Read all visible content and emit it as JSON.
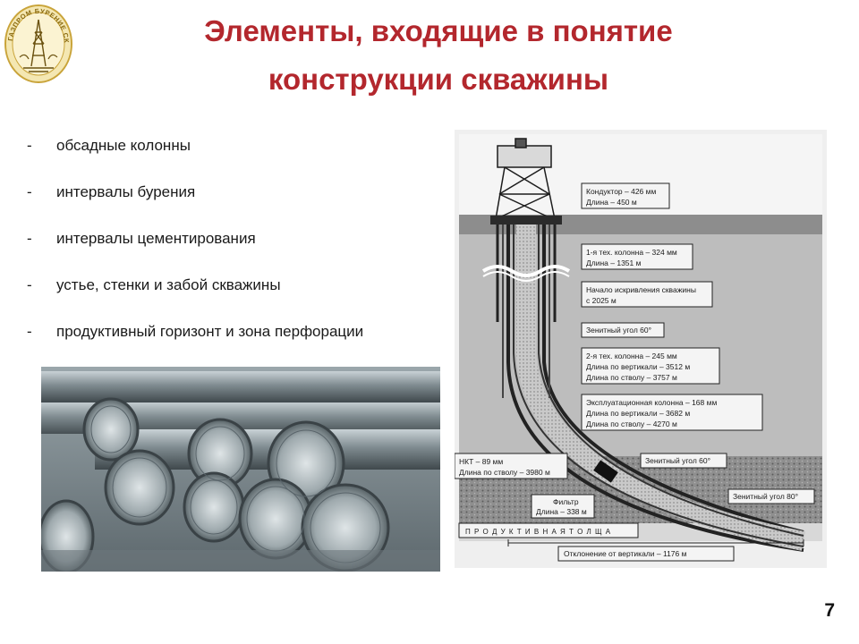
{
  "slide": {
    "title_line1": "Элементы, входящие в понятие",
    "title_line2": "конструкции скважины",
    "page_number": "7",
    "title_color": "#b3272d"
  },
  "logo": {
    "text": "ГАЗПРОМ БУРЕНИЕ СКВАЖИН"
  },
  "bullets": {
    "marker": "-",
    "items": [
      "обсадные колонны",
      "интервалы бурения",
      "интервалы цементирования",
      "устье, стенки и забой скважины",
      "продуктивный горизонт и зона перфорации"
    ]
  },
  "scheme": {
    "labels": {
      "conductor_1": "Кондуктор – 426 мм",
      "conductor_2": "Длина – 450 м",
      "tech1_1": "1-я тех. колонна – 324 мм",
      "tech1_2": "Длина – 1351 м",
      "curve_1": "Начало искривления скважины",
      "curve_2": "с 2025 м",
      "zenith60a": "Зенитный угол 60°",
      "tech2_1": "2-я тех. колонна – 245 мм",
      "tech2_2": "Длина по вертикали – 3512 м",
      "tech2_3": "Длина по стволу – 3757 м",
      "exp_1": "Эксплуатационная колонна – 168 мм",
      "exp_2": "Длина по вертикали – 3682 м",
      "exp_3": "Длина по стволу – 4270 м",
      "nkt_1": "НКТ – 89 мм",
      "nkt_2": "Длина по стволу – 3980 м",
      "zenith60b": "Зенитный угол 60°",
      "zenith80": "Зенитный угол 80°",
      "filter_1": "Фильтр",
      "filter_2": "Длина – 338 м",
      "productive": "П Р О Д У К Т И В Н А Я   Т О Л Щ А",
      "deviation": "Отклонение от вертикали – 1176 м"
    }
  }
}
